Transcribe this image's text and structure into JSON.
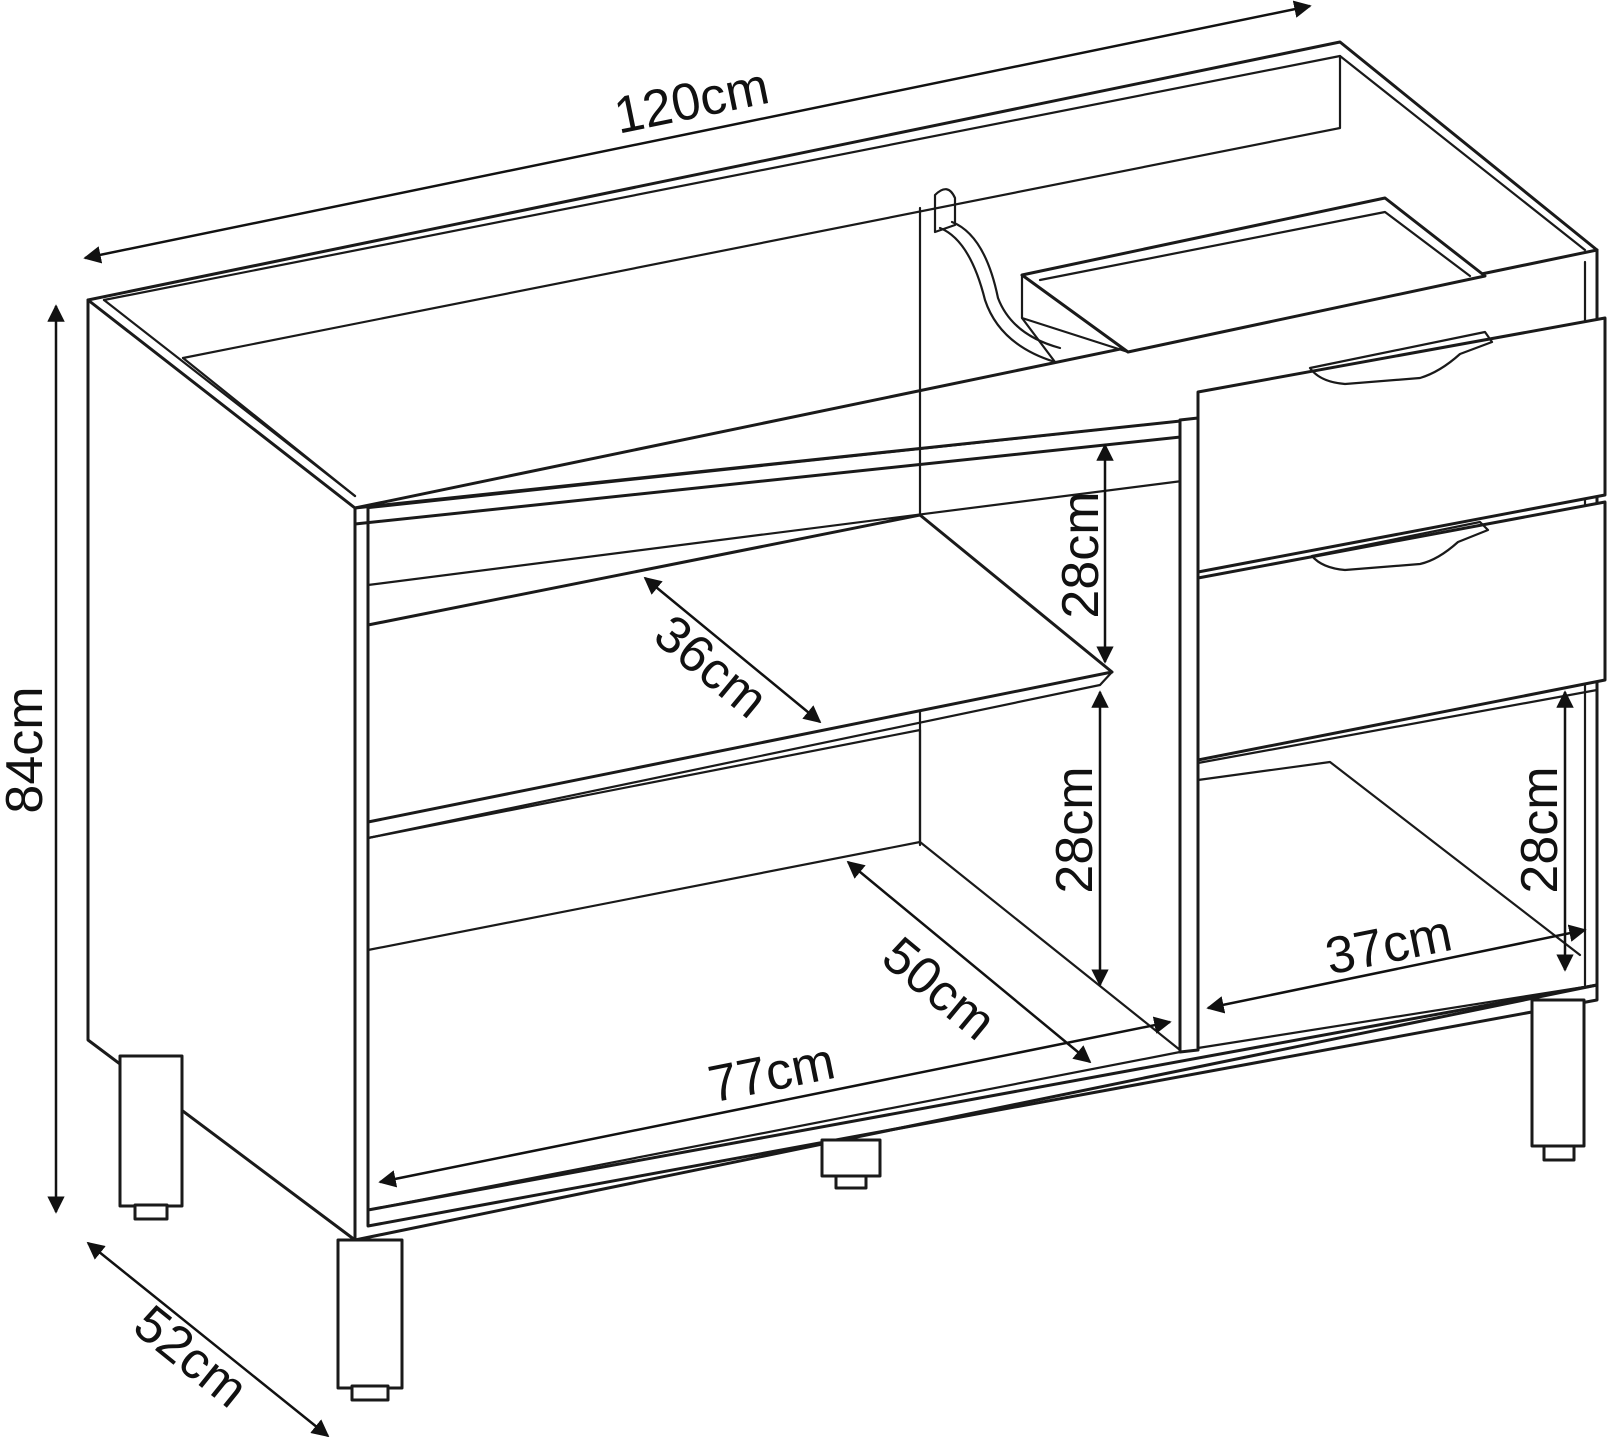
{
  "dimensions": {
    "width_total": "120cm",
    "height_total": "84cm",
    "depth_total": "52cm",
    "shelf_upper_height": "28cm",
    "shelf_lower_height": "28cm",
    "right_bay_height": "28cm",
    "shelf_depth": "36cm",
    "bay_depth": "50cm",
    "left_bay_width": "77cm",
    "right_bay_width": "37cm"
  },
  "colors": {
    "line": "#1a1a1a",
    "background": "#ffffff"
  }
}
